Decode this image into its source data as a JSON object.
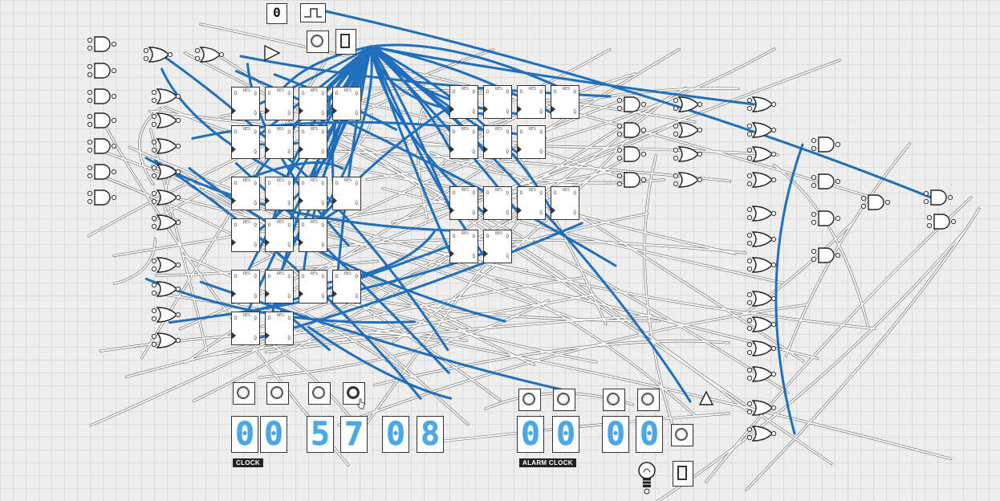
{
  "circuit": {
    "clock": {
      "label": "CLOCK",
      "digits": [
        "0",
        "0",
        "5",
        "7",
        "0",
        "8"
      ]
    },
    "alarm_clock": {
      "label": "ALARM CLOCK",
      "digits": [
        "0",
        "0",
        "0",
        "0"
      ]
    },
    "constant_input": {
      "value": "0"
    },
    "icons": {
      "clock_source": "square-wave-icon",
      "output_bulb": "light-bulb-icon",
      "toggle": "toggle-switch-icon",
      "button": "push-button-icon"
    },
    "colors": {
      "active_wire": "#1f6fbd",
      "inactive_wire": "#ffffff",
      "display_segment": "#4aa8e8",
      "background": "#eeeeee"
    }
  }
}
